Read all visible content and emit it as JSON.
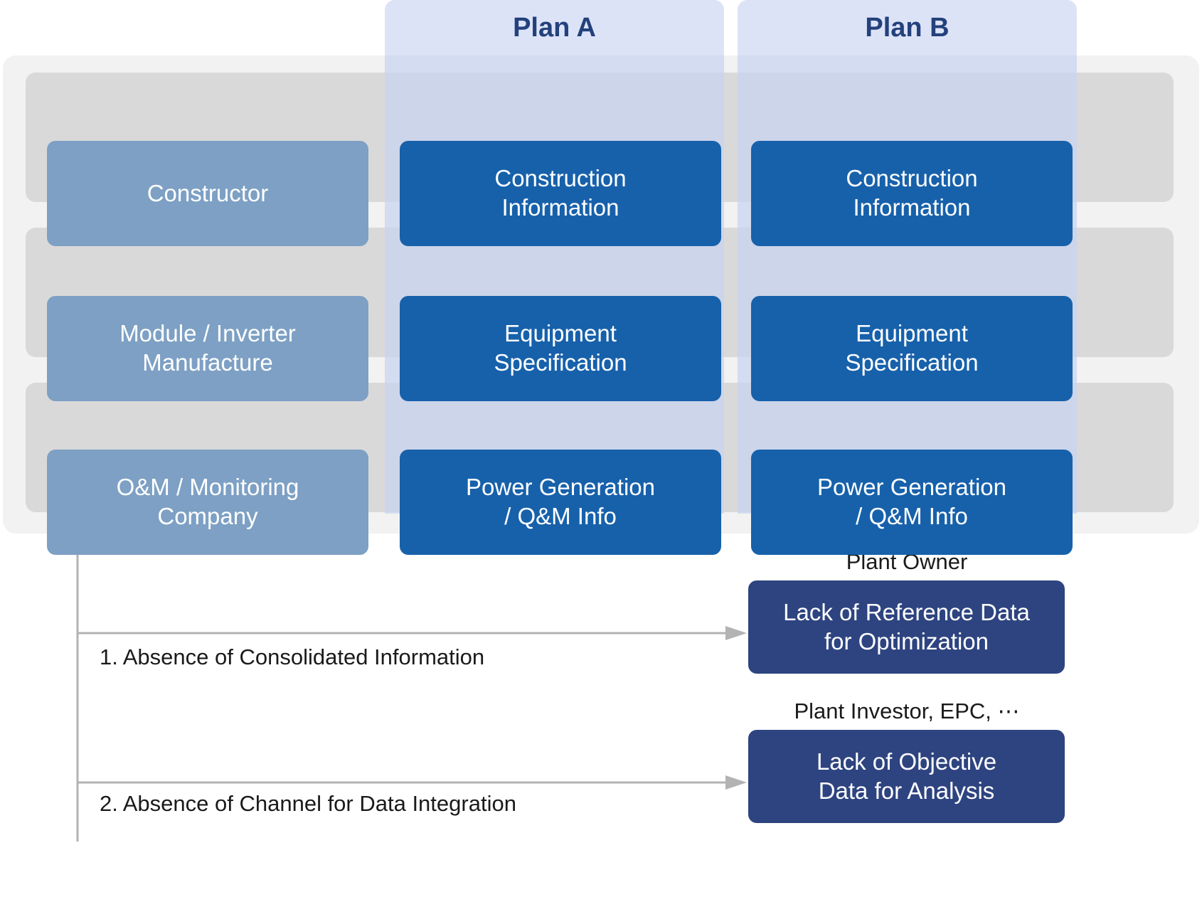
{
  "plan_headers": [
    {
      "label": "Plan A"
    },
    {
      "label": "Plan B"
    }
  ],
  "matrix": {
    "rows": [
      {
        "role": "Constructor",
        "plan_a": "Construction\nInformation",
        "plan_b": "Construction\nInformation"
      },
      {
        "role": "Module / Inverter\nManufacture",
        "plan_a": "Equipment\nSpecification",
        "plan_b": "Equipment\nSpecification"
      },
      {
        "role": "O&M / Monitoring\nCompany",
        "plan_a": "Power Generation\n/ Q&M Info",
        "plan_b": "Power Generation\n/ Q&M Info"
      }
    ]
  },
  "annotations": [
    {
      "text": "1. Absence of Consolidated Information"
    },
    {
      "text": "2. Absence of Channel for Data Integration"
    }
  ],
  "outcomes": [
    {
      "label": "Plant Owner",
      "text": "Lack of Reference Data\nfor Optimization"
    },
    {
      "label": "Plant Investor, EPC, ⋯",
      "text": "Lack of Objective\nData for Analysis"
    }
  ],
  "colors": {
    "plan_header_bg": "#dde3f7",
    "plan_header_text": "#23417c",
    "plan_overlay": "#c7d2f0",
    "role_box": "#7da0c4",
    "plan_box": "#1761ab",
    "outcome_box": "#2e4480",
    "row_band": "#d9d9d9",
    "panel_bg": "#f2f2f2",
    "connector_line": "#b3b3b3"
  }
}
